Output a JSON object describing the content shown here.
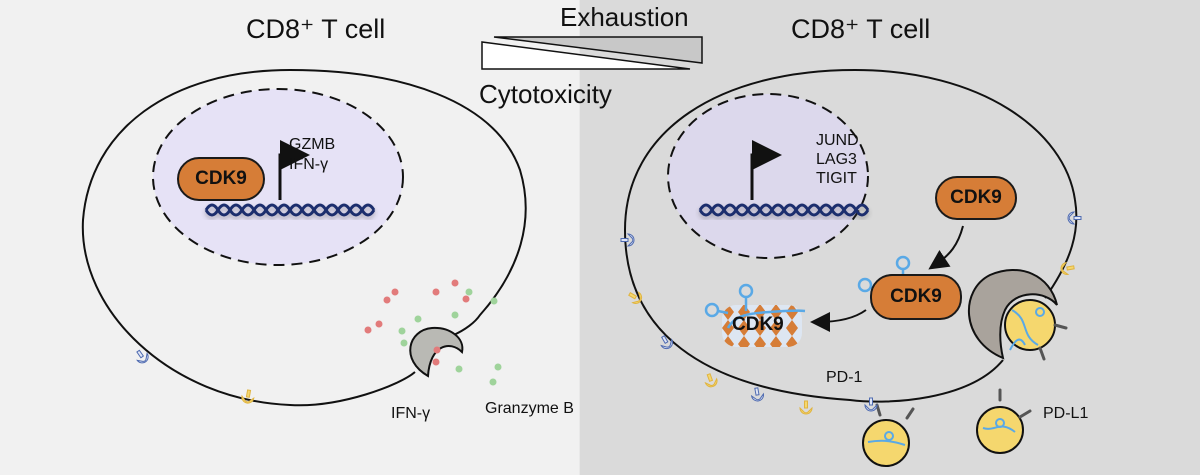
{
  "gradient": {
    "top_label": "Exhaustion",
    "bottom_label": "Cytotoxicity"
  },
  "left_cell": {
    "title": "CD8⁺ T cell",
    "kinase": "CDK9",
    "genes": [
      "GZMB",
      "IFN-γ"
    ],
    "secreted": {
      "ifn_label": "IFN-γ",
      "granzyme_label": "Granzyme B"
    }
  },
  "right_cell": {
    "title": "CD8⁺ T cell",
    "genes": [
      "JUND",
      "LAG3",
      "TIGIT"
    ],
    "kinase_cytoplasm": "CDK9",
    "kinase_bound": "CDK9",
    "kinase_degraded": "CDK9",
    "pd1_label": "PD-1",
    "pdl1_label": "PD-L1"
  },
  "colors": {
    "left_bg": "#f1f1f1",
    "right_bg": "#dadada",
    "nucleus_fill": "#e6e2f6",
    "nucleus_fill_right": "#dcd8ec",
    "cdk9": "#d67d37",
    "dna": "#1e2f6e",
    "rna": "#5aa9e6",
    "vesicle": "#f5d76e",
    "receptor_blue": "#4e6ab0",
    "receptor_yellow": "#e8b93a",
    "ifn_dot": "#e27b7b",
    "granzyme_dot": "#9fd39b"
  }
}
